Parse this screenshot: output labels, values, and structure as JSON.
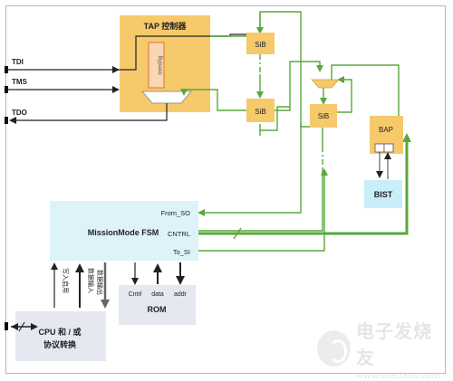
{
  "tap": {
    "title": "TAP 控制器",
    "bypass": "Bypass"
  },
  "ports": {
    "tdi": "TDI",
    "tms": "TMS",
    "tdo": "TDO"
  },
  "sib": {
    "label": "SiB"
  },
  "bap": {
    "label": "BAP"
  },
  "bist": {
    "label": "BIST"
  },
  "fsm": {
    "title": "MissionMode FSM",
    "from_so": "From_SO",
    "cntrl": "CNTRL",
    "to_si": "To_SI"
  },
  "rom": {
    "title": "ROM",
    "cntrl": "Cntrl",
    "data": "data",
    "addr": "addr"
  },
  "cpu": {
    "title_line1": "CPU 和 / 或",
    "title_line2": "协议转换"
  },
  "cpu_signals": [
    "写入启用",
    "数据输入",
    "数据输出"
  ],
  "watermark": {
    "title": "电子发烧友",
    "url": "www.elecfans.com"
  },
  "colors": {
    "tap": "#f6c96b",
    "sib": "#f6c96b",
    "bap": "#f6c96b",
    "fsm": "#def2fa",
    "bist": "#c9eef8",
    "cpu": "#e5e8f1",
    "rom": "#e5e8f1",
    "green": "#58a83b"
  }
}
